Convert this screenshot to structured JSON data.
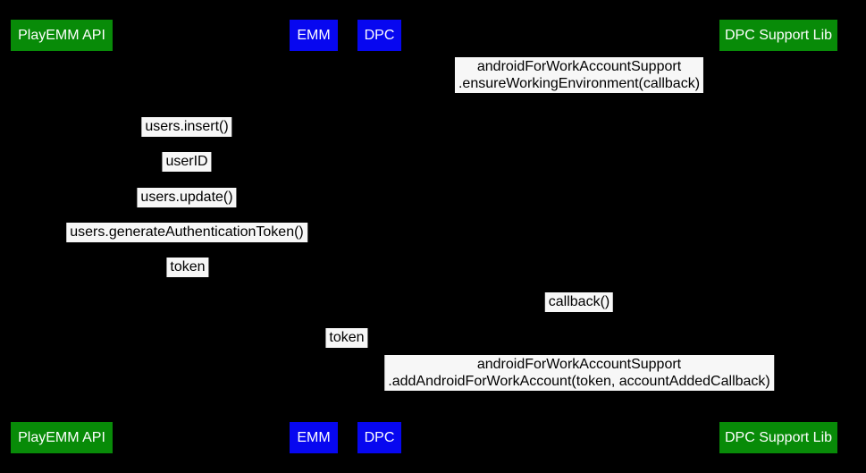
{
  "diagram": {
    "type": "sequence-diagram",
    "background": "#000000"
  },
  "colors": {
    "background": "#000000",
    "actor-green": "#088b08",
    "actor-blue": "#0707f0",
    "actor-text": "#ffffff",
    "label-bg": "#f7f7f7",
    "label-text": "#000000"
  },
  "actors": [
    {
      "id": "playemm-api",
      "label": "PlayEMM API",
      "color": "green"
    },
    {
      "id": "emm",
      "label": "EMM",
      "color": "blue"
    },
    {
      "id": "dpc",
      "label": "DPC",
      "color": "blue"
    },
    {
      "id": "dpc-support-lib",
      "label": "DPC Support Lib",
      "color": "green"
    }
  ],
  "messages": [
    {
      "lines": [
        "androidForWorkAccountSupport",
        ".ensureWorkingEnvironment(callback)"
      ]
    },
    {
      "text": "users.insert()"
    },
    {
      "text": "userID"
    },
    {
      "text": "users.update()"
    },
    {
      "text": "users.generateAuthenticationToken()"
    },
    {
      "text": "token"
    },
    {
      "text": "callback()"
    },
    {
      "text": "token"
    },
    {
      "lines": [
        "androidForWorkAccountSupport",
        ".addAndroidForWorkAccount(token, accountAddedCallback)"
      ]
    }
  ]
}
